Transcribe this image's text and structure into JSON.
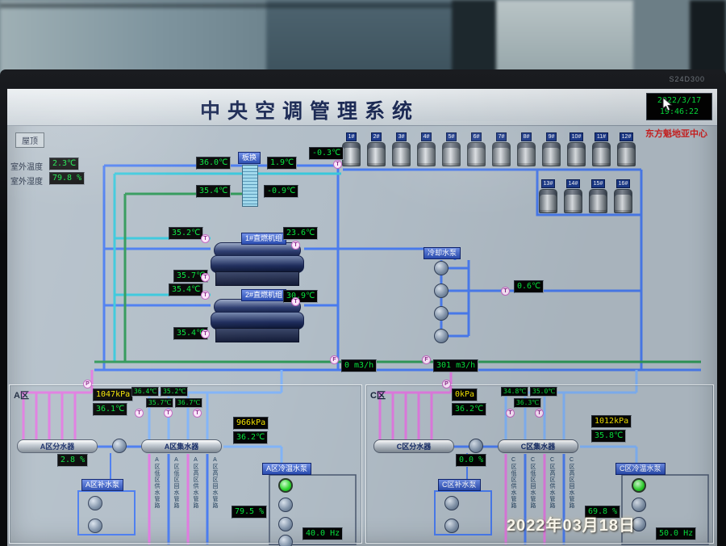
{
  "photo": {
    "camera_timestamp": "2022年03月18日",
    "monitor_model": "S24D300"
  },
  "header": {
    "title": "中央空调管理系统",
    "date": "2022/3/17",
    "time": "19:46:22",
    "site": "东方魁地亚中心"
  },
  "sym": {
    "t": "T",
    "p": "P",
    "f": "F"
  },
  "colors": {
    "display_green": "#07e53e",
    "display_yellow": "#f5e400",
    "alert_red": "#cf1f1f",
    "pipe_blue": "#4a7cf0",
    "pipe_cyan": "#38c8dc",
    "pipe_green": "#2f9858",
    "pipe_magenta": "#e07ae0",
    "screen_bg": "#b2bec8"
  },
  "roof": {
    "tab": "屋顶",
    "outdoor_temp_label": "室外温度",
    "outdoor_temp": "2.3℃",
    "outdoor_hum_label": "室外湿度",
    "outdoor_hum": "79.8 %"
  },
  "hx": {
    "label": "板换",
    "t_in": "36.0℃",
    "t_out": "1.9℃",
    "t_ret": "35.4℃",
    "t_sec": "-0.9℃"
  },
  "towers": {
    "supply_temp": "-0.3℃",
    "row1": [
      "1#",
      "2#",
      "3#",
      "4#",
      "5#",
      "6#",
      "7#",
      "8#",
      "9#",
      "10#",
      "11#",
      "12#"
    ],
    "row2": [
      "13#",
      "14#",
      "15#",
      "16#"
    ]
  },
  "chiller1": {
    "name": "1#直燃机组",
    "t_in": "35.2℃",
    "t_out": "23.6℃",
    "t_ret": "35.7℃"
  },
  "chiller2": {
    "name": "2#直燃机组",
    "t_in": "35.4℃",
    "t_out": "30.9℃",
    "t_ret": "35.4℃"
  },
  "cooling_pumps": {
    "label": "冷却水泵",
    "temp": "0.6℃"
  },
  "flow": {
    "f1": "0 m3/h",
    "f2": "301 m3/h"
  },
  "zoneA": {
    "label": "A区",
    "pressure": "1047kPa",
    "supply_temp": "36.1℃",
    "t_top1": "36.4℃",
    "t_top2": "35.2℃",
    "t_bot1": "35.7℃",
    "t_bot2": "36.7℃",
    "return_pressure": "966kPa",
    "return_temp": "36.2℃",
    "valve": "2.8 %",
    "distributor": "A区分水器",
    "collector": "A区集水器",
    "makeup_pump": "A区补水泵",
    "chw_pump": "A区冷温水泵",
    "speed": "79.5 %",
    "freq": "40.0 Hz",
    "pipe_labels": [
      "A区低区供水管路",
      "A区低区回水管路",
      "A区高区供水管路",
      "A区高区回水管路"
    ]
  },
  "zoneC": {
    "label": "C区",
    "pressure": "0kPa",
    "supply_temp": "36.2℃",
    "t_top1": "34.8℃",
    "t_top2": "35.0℃",
    "t_bot1": "36.3℃",
    "return_pressure": "1012kPa",
    "return_temp": "35.8℃",
    "valve": "0.0 %",
    "distributor": "C区分水器",
    "collector": "C区集水器",
    "makeup_pump": "C区补水泵",
    "chw_pump": "C区冷温水泵",
    "speed": "69.8 %",
    "freq": "50.0 Hz",
    "pipe_labels": [
      "C区低区供水管路",
      "C区低区回水管路",
      "C区高区供水管路",
      "C区高区回水管路"
    ]
  }
}
